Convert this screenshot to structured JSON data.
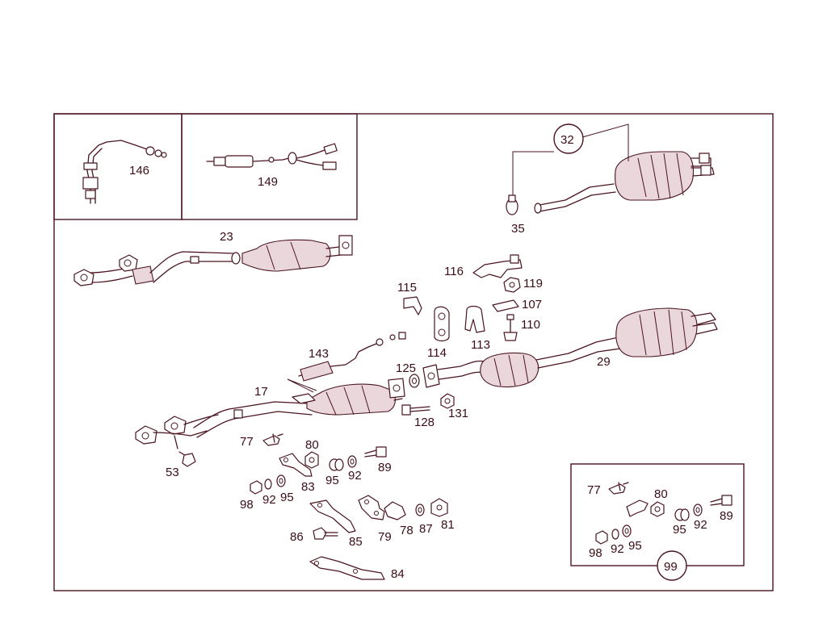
{
  "diagram": {
    "colors": {
      "line": "#4a1420",
      "text": "#3a0d16",
      "shade": "#ead7dc",
      "background": "#ffffff"
    },
    "labels": {
      "l146": "146",
      "l149": "149",
      "l32": "32",
      "l35": "35",
      "l23": "23",
      "l116": "116",
      "l119": "119",
      "l115": "115",
      "l107": "107",
      "l110": "110",
      "l114": "114",
      "l113": "113",
      "l143": "143",
      "l29": "29",
      "l125": "125",
      "l17": "17",
      "l128": "128",
      "l131": "131",
      "l77": "77",
      "l80": "80",
      "l89": "89",
      "l53": "53",
      "l95": "95",
      "l92": "92",
      "l83": "83",
      "l98": "98",
      "l92b": "92",
      "l95b": "95",
      "l86": "86",
      "l85": "85",
      "l79": "79",
      "l78": "78",
      "l87": "87",
      "l81": "81",
      "l84": "84",
      "k77": "77",
      "k80": "80",
      "k95": "95",
      "k92": "92",
      "k89": "89",
      "k98": "98",
      "k92b": "92",
      "k95b": "95",
      "l99": "99"
    }
  }
}
